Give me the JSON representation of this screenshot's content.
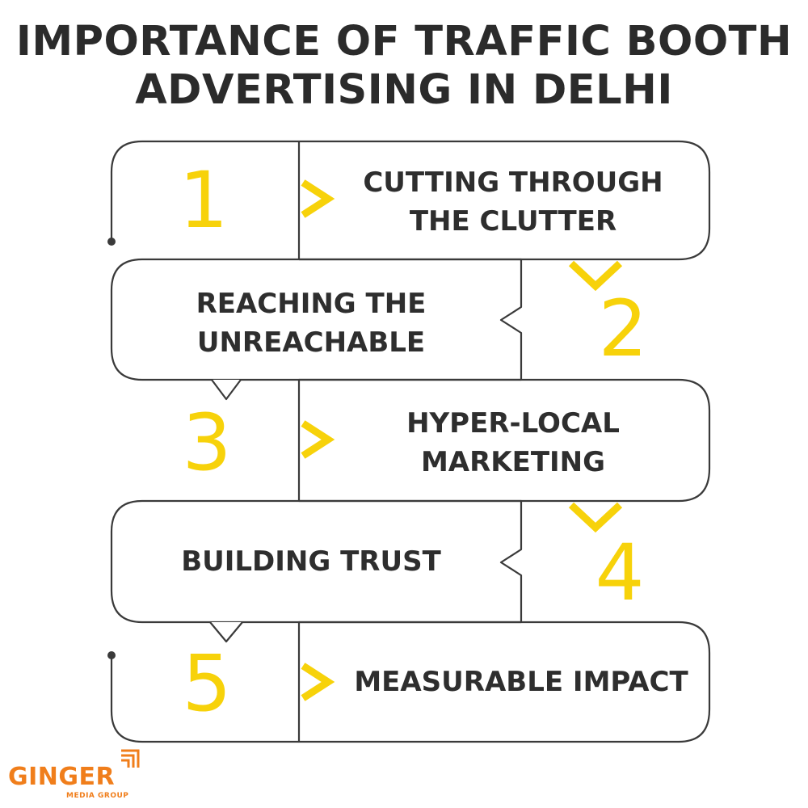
{
  "title": {
    "line1": "IMPORTANCE OF TRAFFIC BOOTH",
    "line2": "ADVERTISING IN DELHI"
  },
  "steps": [
    {
      "number": "1",
      "line1": "CUTTING THROUGH",
      "line2": "THE CLUTTER"
    },
    {
      "number": "2",
      "line1": "REACHING THE",
      "line2": "UNREACHABLE"
    },
    {
      "number": "3",
      "line1": "HYPER-LOCAL",
      "line2": "MARKETING"
    },
    {
      "number": "4",
      "line1": "BUILDING TRUST",
      "line2": ""
    },
    {
      "number": "5",
      "line1": "MEASURABLE IMPACT",
      "line2": ""
    }
  ],
  "logo": {
    "name": "GINGER",
    "tagline": "MEDIA GROUP"
  },
  "colors": {
    "accent": "#f7d20a",
    "outline": "#3a3a3a",
    "text": "#2e2e2e",
    "brand": "#f07e1b"
  }
}
